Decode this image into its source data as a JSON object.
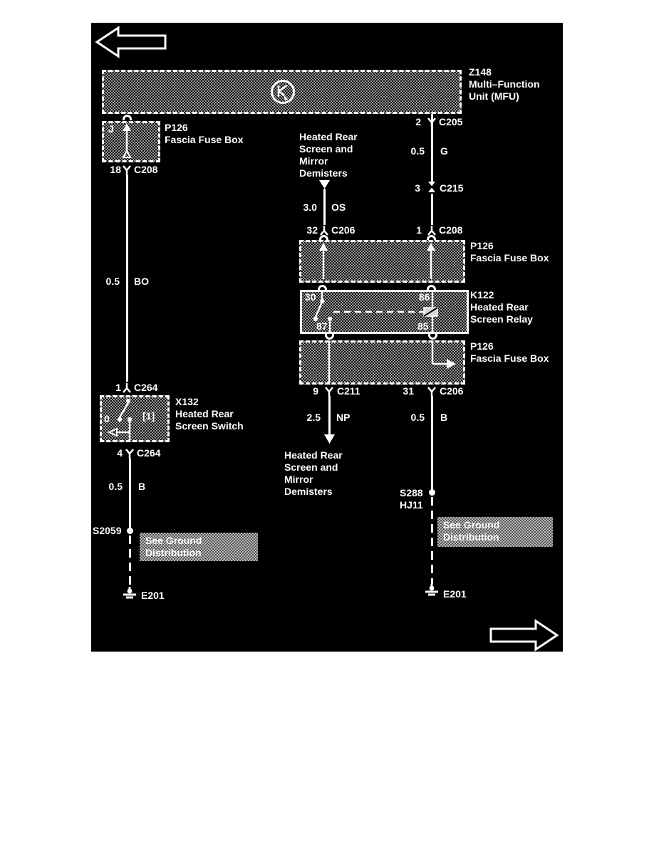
{
  "colors": {
    "page_bg": "#ffffff",
    "diagram_bg": "#000000",
    "line": "#ffffff",
    "hatch_gray": "#969696",
    "highlight_gray": "#b8b8b8"
  },
  "nav": {
    "back": "previous-page",
    "forward": "next-page"
  },
  "mfu": {
    "id": "Z148",
    "name1": "Multi–Function",
    "name2": "Unit (MFU)"
  },
  "fuse_top": {
    "id": "P126",
    "name": "Fascia Fuse Box",
    "fuse": "J"
  },
  "fuse_mid": {
    "id": "P126",
    "name": "Fascia Fuse Box"
  },
  "fuse_bot": {
    "id": "P126",
    "name": "Fascia Fuse Box"
  },
  "relay": {
    "id": "K122",
    "name1": "Heated Rear",
    "name2": "Screen Relay",
    "t30": "30",
    "t86": "86",
    "t87": "87",
    "t85": "85"
  },
  "switch": {
    "id": "X132",
    "name1": "Heated Rear",
    "name2": "Screen Switch",
    "pos0": "0",
    "pos1": "[1]"
  },
  "conn": {
    "c208_18": {
      "pin": "18",
      "code": "C208"
    },
    "c264_1": {
      "pin": "1",
      "code": "C264"
    },
    "c264_4": {
      "pin": "4",
      "code": "C264"
    },
    "c205_2": {
      "pin": "2",
      "code": "C205"
    },
    "c215_3": {
      "pin": "3",
      "code": "C215"
    },
    "c208_1": {
      "pin": "1",
      "code": "C208"
    },
    "c206_32": {
      "pin": "32",
      "code": "C206"
    },
    "c211_9": {
      "pin": "9",
      "code": "C211"
    },
    "c206_31": {
      "pin": "31",
      "code": "C206"
    }
  },
  "wires": {
    "bo": {
      "size": "0.5",
      "code": "BO"
    },
    "b_left": {
      "size": "0.5",
      "code": "B"
    },
    "os": {
      "size": "3.0",
      "code": "OS"
    },
    "g": {
      "size": "0.5",
      "code": "G"
    },
    "np": {
      "size": "2.5",
      "code": "NP"
    },
    "b_right": {
      "size": "0.5",
      "code": "B"
    }
  },
  "demisters": {
    "l1": "Heated Rear",
    "l2": "Screen and",
    "l3": "Mirror",
    "l4": "Demisters"
  },
  "ground_left": {
    "splice": "S2059",
    "note1": "See Ground",
    "note2": "Distribution",
    "earth": "E201"
  },
  "ground_right": {
    "splice": "S288",
    "splice2": "HJ11",
    "note1": "See Ground",
    "note2": "Distribution",
    "earth": "E201"
  }
}
